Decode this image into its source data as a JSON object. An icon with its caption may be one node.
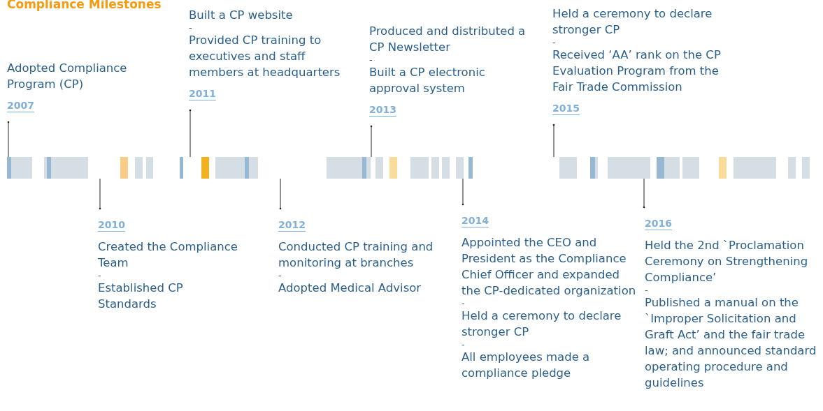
{
  "diagram": {
    "title": "Compliance Milestones",
    "nodes": [
      {
        "text": [
          "Adopted Compliance Program (CP)",
          "2007"
        ]
      },
      {
        "text": [
          "2010",
          "Created the Compliance Team",
          "-",
          "Established CP Standards"
        ]
      },
      {
        "text": [
          "Built a CP website",
          "-",
          "Provided CP training to executives and staff members at headquarters",
          "2011"
        ]
      },
      {
        "text": [
          "2012",
          "Conducted CP training and monitoring at branches",
          "-",
          "Adopted Medical Advisor"
        ]
      },
      {
        "text": [
          "Produced and distributed a CP Newsletter",
          "-",
          "Built a CP electronic approval system",
          "2013"
        ]
      },
      {
        "text": [
          "2014",
          "Appointed the CEO and President as the Compliance Chief Officer and expanded the CP-dedicated organization",
          "-",
          "Held a ceremony to declare stronger CP",
          "-",
          "All employees made a compliance pledge"
        ]
      },
      {
        "text": [
          "Held a ceremony to declare stronger CP",
          "-",
          "Received ‘AA’ rank on the CP Evaluation Program from the Fair Trade Commission",
          "2015"
        ]
      },
      {
        "text": [
          "2016",
          "Held the 2nd `Proclamation Ceremony on Strengthening Compliance’",
          "-",
          "Published a manual on the `Improper Solicitation and Graft Act’ and the fair trade law; and announced standard operating procedure and guidelines"
        ]
      },
      {
        "text": [],
        "shape": "bar"
      }
    ],
    "edges": [
      {
        "from": 0,
        "to": 8,
        "arrow": "other"
      },
      {
        "from": 1,
        "to": 8,
        "arrow": "other"
      },
      {
        "from": 2,
        "to": 8,
        "arrow": "other"
      },
      {
        "from": 3,
        "to": 8,
        "arrow": "other"
      },
      {
        "from": 4,
        "to": 8,
        "arrow": "other"
      },
      {
        "from": 5,
        "to": 8,
        "arrow": "other"
      },
      {
        "from": 6,
        "to": 8,
        "arrow": "other"
      },
      {
        "from": 7,
        "to": 8,
        "arrow": "other"
      }
    ]
  }
}
